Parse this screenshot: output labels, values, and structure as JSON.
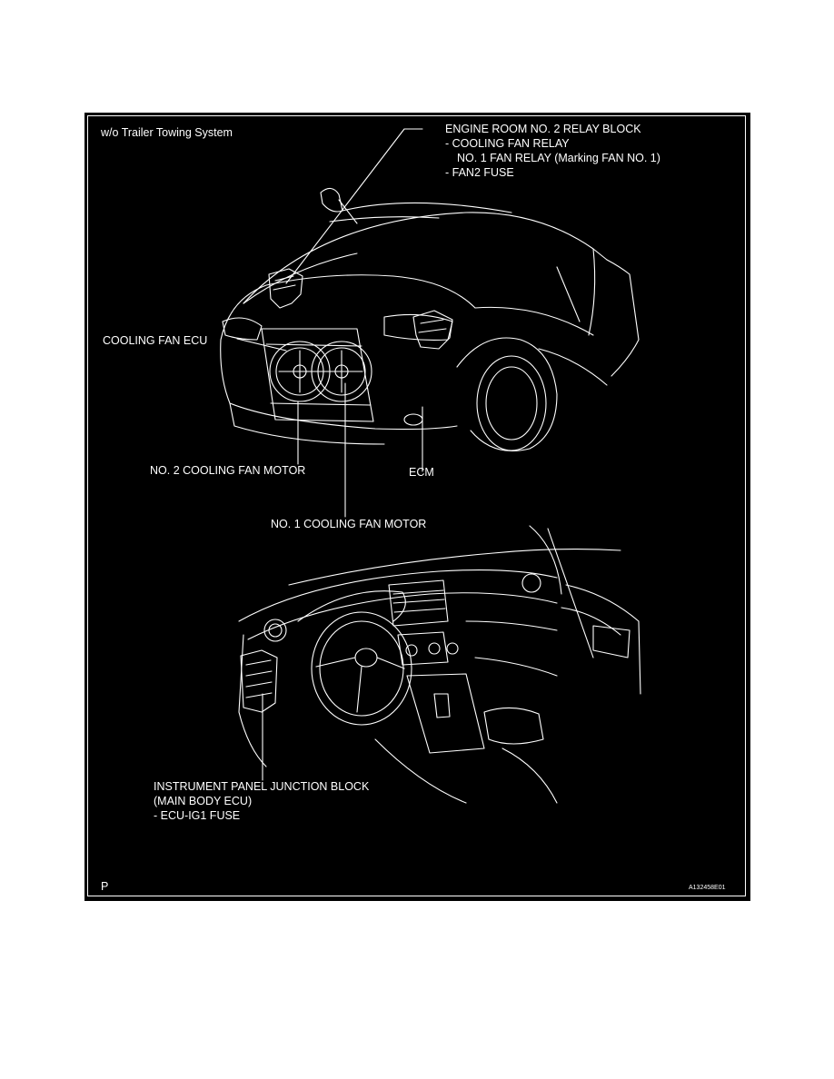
{
  "diagram": {
    "system_title": "w/o Trailer Towing System",
    "relay_block": {
      "title": "ENGINE ROOM NO. 2 RELAY BLOCK",
      "line1": "- COOLING FAN RELAY",
      "line2": "NO. 1 FAN RELAY (Marking FAN NO. 1)",
      "line3": "- FAN2 FUSE"
    },
    "cooling_fan_ecu": "COOLING FAN ECU",
    "fan_motor_2": "NO. 2 COOLING FAN MOTOR",
    "ecm": "ECM",
    "fan_motor_1": "NO. 1 COOLING FAN MOTOR",
    "junction_block": {
      "title": "INSTRUMENT PANEL JUNCTION BLOCK",
      "line1": "(MAIN BODY ECU)",
      "line2": "- ECU-IG1 FUSE"
    },
    "corner_mark": "P",
    "figure_code": "A132458E01"
  },
  "colors": {
    "background": "#000000",
    "line": "#ffffff"
  }
}
